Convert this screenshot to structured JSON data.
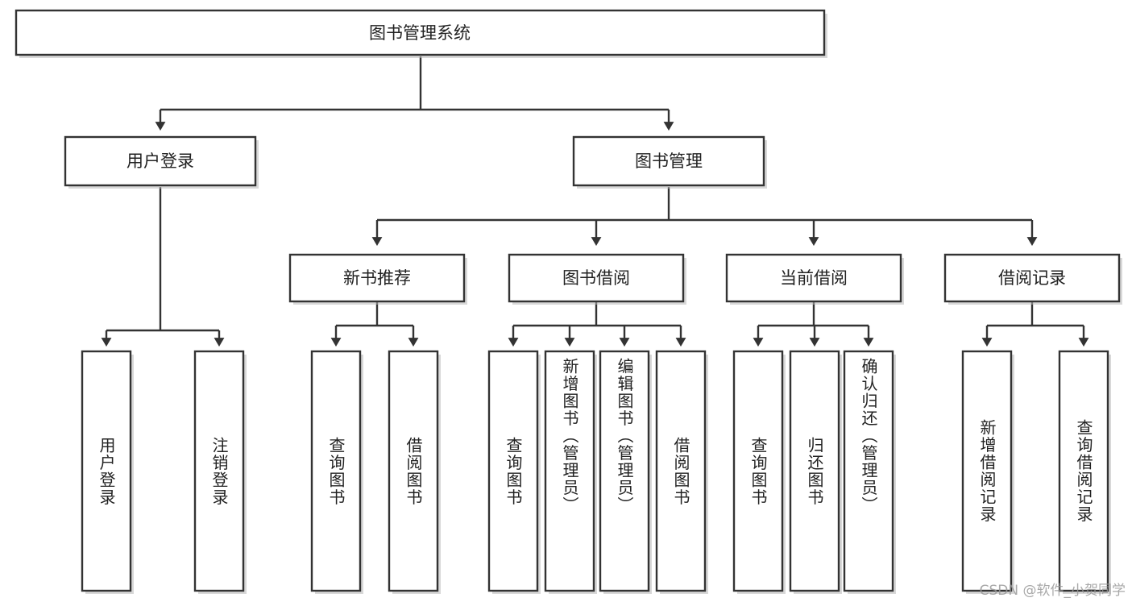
{
  "diagram": {
    "type": "tree",
    "title": "图书管理系统",
    "watermark": "CSDN @软件_小贺同学",
    "colors": {
      "box_stroke": "#333333",
      "box_fill": "#ffffff",
      "text": "#222222",
      "background": "#ffffff",
      "watermark": "#9a9a9a"
    },
    "root": {
      "id": "root",
      "label": "图书管理系统",
      "orientation": "horizontal"
    },
    "level2": [
      {
        "id": "user-login",
        "label": "用户登录",
        "orientation": "horizontal"
      },
      {
        "id": "book-management",
        "label": "图书管理",
        "orientation": "horizontal"
      }
    ],
    "level3": [
      {
        "id": "new-book-recommend",
        "label": "新书推荐",
        "orientation": "horizontal",
        "parent": "book-management"
      },
      {
        "id": "book-borrow",
        "label": "图书借阅",
        "orientation": "horizontal",
        "parent": "book-management"
      },
      {
        "id": "current-borrow",
        "label": "当前借阅",
        "orientation": "horizontal",
        "parent": "book-management"
      },
      {
        "id": "borrow-record",
        "label": "借阅记录",
        "orientation": "horizontal",
        "parent": "book-management"
      }
    ],
    "leaves": [
      {
        "id": "leaf-user-login",
        "label": "用户登录",
        "orientation": "vertical",
        "parent": "user-login"
      },
      {
        "id": "leaf-user-logout",
        "label": "注销登录",
        "orientation": "vertical",
        "parent": "user-login"
      },
      {
        "id": "leaf-query-book-1",
        "label": "查询图书",
        "orientation": "vertical",
        "parent": "new-book-recommend"
      },
      {
        "id": "leaf-borrow-book-1",
        "label": "借阅图书",
        "orientation": "vertical",
        "parent": "new-book-recommend"
      },
      {
        "id": "leaf-query-book-2",
        "label": "查询图书",
        "orientation": "vertical",
        "parent": "book-borrow"
      },
      {
        "id": "leaf-add-book",
        "label": "新增图书（管理员）",
        "orientation": "vertical",
        "parent": "book-borrow"
      },
      {
        "id": "leaf-edit-book",
        "label": "编辑图书（管理员）",
        "orientation": "vertical",
        "parent": "book-borrow"
      },
      {
        "id": "leaf-borrow-book-2",
        "label": "借阅图书",
        "orientation": "vertical",
        "parent": "book-borrow"
      },
      {
        "id": "leaf-query-book-3",
        "label": "查询图书",
        "orientation": "vertical",
        "parent": "current-borrow"
      },
      {
        "id": "leaf-return-book",
        "label": "归还图书",
        "orientation": "vertical",
        "parent": "current-borrow"
      },
      {
        "id": "leaf-confirm-return",
        "label": "确认归还（管理员）",
        "orientation": "vertical",
        "parent": "current-borrow"
      },
      {
        "id": "leaf-add-record",
        "label": "新增借阅记录",
        "orientation": "vertical",
        "parent": "borrow-record"
      },
      {
        "id": "leaf-query-record",
        "label": "查询借阅记录",
        "orientation": "vertical",
        "parent": "borrow-record"
      }
    ]
  }
}
